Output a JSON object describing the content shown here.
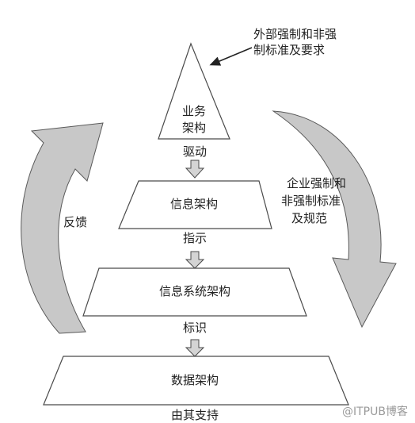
{
  "diagram": {
    "external_note": {
      "line1": "外部强制和非强",
      "line2": "制标准及要求"
    },
    "enterprise_note": {
      "line1": "企业强制和",
      "line2": "非强制标准",
      "line3": "及规范"
    },
    "feedback": "反馈",
    "levels": [
      {
        "line1": "业务",
        "line2": "架构"
      },
      {
        "label": "信息架构"
      },
      {
        "label": "信息系统架构"
      },
      {
        "label": "数据架构"
      }
    ],
    "relations": [
      "驱动",
      "指示",
      "标识",
      "由其支持"
    ]
  },
  "watermark": "@ITPUB博客",
  "colors": {
    "outline": "#4a4a4a",
    "fill": "#ffffff",
    "arrow_fill": "#c8c8c8",
    "down_arrow_fill": "#d4d4d4"
  }
}
